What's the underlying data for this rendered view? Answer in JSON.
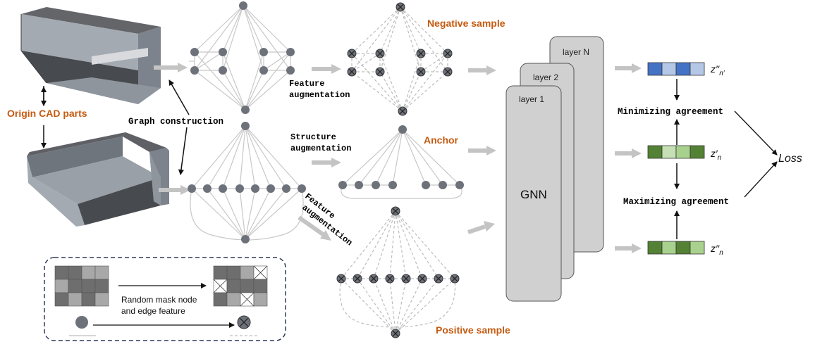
{
  "labels": {
    "origin_cad_parts": "Origin CAD parts",
    "graph_construction": "Graph construction",
    "feature_augmentation_line1": "Feature",
    "feature_augmentation_line2": "augmentation",
    "structure_augmentation_line1": "Structure",
    "structure_augmentation_line2": "augmentation",
    "feature_augmentation_diag_line1": "Feature",
    "feature_augmentation_diag_line2": "augmentation",
    "negative_sample": "Negative sample",
    "anchor": "Anchor",
    "positive_sample": "Positive sample",
    "layer_1": "layer 1",
    "layer_2": "layer 2",
    "layer_n": "layer N",
    "layer_ellipsis": "...",
    "gnn": "GNN",
    "minimizing_agreement": "Minimizing agreement",
    "maximizing_agreement": "Maximizing agreement",
    "loss": "Loss",
    "legend_mask_line1": "Random mask node",
    "legend_mask_line2": "and edge feature"
  },
  "embeddings": {
    "negative": {
      "label": "z′′",
      "subscript": "n′",
      "colors": [
        "#4472c4",
        "#b4c7e7",
        "#4472c4",
        "#b4c7e7"
      ]
    },
    "anchor": {
      "label": "z′",
      "subscript": "n",
      "colors": [
        "#548235",
        "#c5e0b4",
        "#a9d18e",
        "#548235"
      ]
    },
    "positive": {
      "label": "z′′",
      "subscript": "n",
      "colors": [
        "#548235",
        "#a9d18e",
        "#548235",
        "#a9d18e"
      ]
    }
  },
  "colors": {
    "node": "#6d7179",
    "edge": "#c8c8c8",
    "arrow_gray": "#c4c4c4",
    "accent": "#c55a11",
    "layer_fill": "#d0d0d0",
    "legend_border": "#2f3a5a"
  }
}
